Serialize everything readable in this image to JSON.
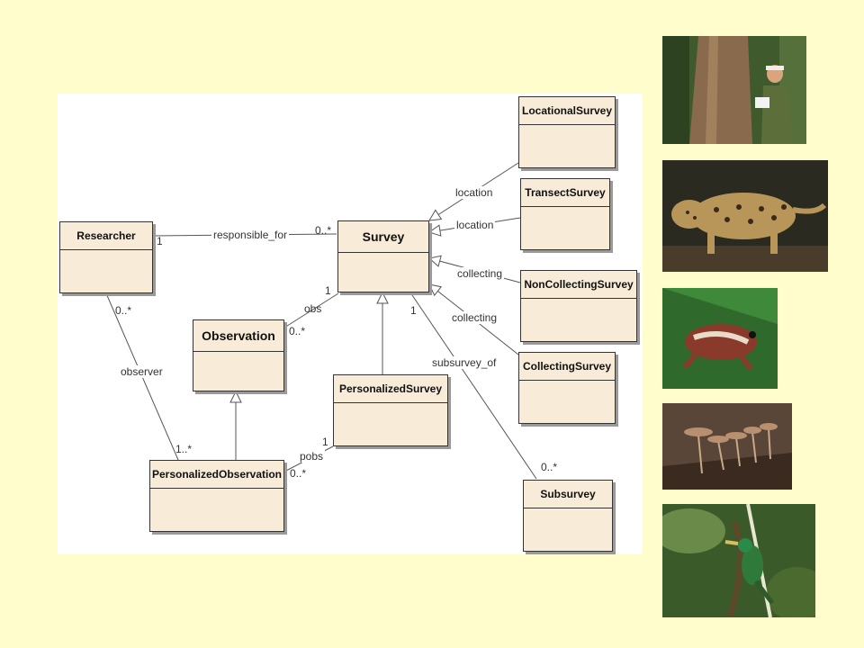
{
  "classes": {
    "researcher": "Researcher",
    "survey": "Survey",
    "observation": "Observation",
    "personalized_observation": "PersonalizedObservation",
    "personalized_survey": "PersonalizedSurvey",
    "locational_survey": "LocationalSurvey",
    "transect_survey": "TransectSurvey",
    "noncollecting_survey": "NonCollectingSurvey",
    "collecting_survey": "CollectingSurvey",
    "subsurvey": "Subsurvey"
  },
  "associations": {
    "responsible_for": {
      "label": "responsible_for",
      "from_mult": "1",
      "to_mult": "0..*"
    },
    "obs": {
      "label": "obs",
      "from_mult": "1",
      "to_mult": "0..*"
    },
    "observer": {
      "label": "observer",
      "from_mult": "0..*",
      "to_mult": "1..*"
    },
    "pobs": {
      "label": "pobs",
      "from_mult": "1",
      "to_mult": "0..*"
    },
    "subsurvey_of": {
      "label": "subsurvey_of",
      "from_mult": "1",
      "to_mult": "0..*"
    }
  },
  "generalizations": {
    "location_1": "location",
    "location_2": "location",
    "collecting_1": "collecting",
    "collecting_2": "collecting"
  },
  "colors": {
    "background": "#fffdcc",
    "class_fill": "#f8ecd8",
    "line": "#555555"
  },
  "photos": [
    "researcher-with-clipboard-photo",
    "jaguar-photo",
    "frog-photo",
    "mushrooms-photo",
    "bird-photo"
  ]
}
